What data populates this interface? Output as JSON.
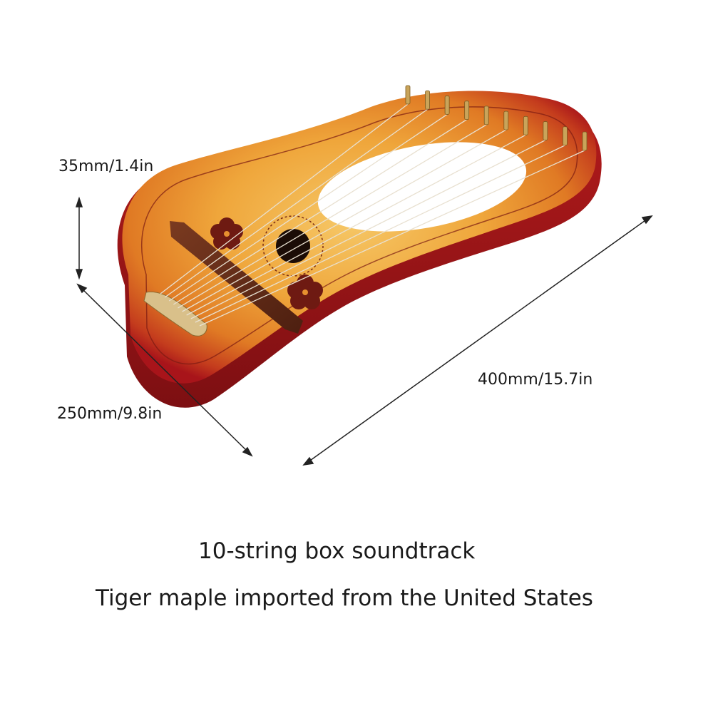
{
  "dimensions": {
    "height": "35mm/1.4in",
    "width": "250mm/9.8in",
    "length": "400mm/15.7in"
  },
  "captions": {
    "line1": "10-string box soundtrack",
    "line2": "Tiger maple imported from the United States"
  },
  "colors": {
    "body_edge": "#a8141a",
    "sunburst_center": "#f3b84a",
    "sunburst_mid": "#e07e25",
    "wood_dark": "#6b2a18",
    "tuning_pin": "#c9a45a",
    "string": "#e8e0d0"
  },
  "instrument": {
    "string_count": 10
  }
}
